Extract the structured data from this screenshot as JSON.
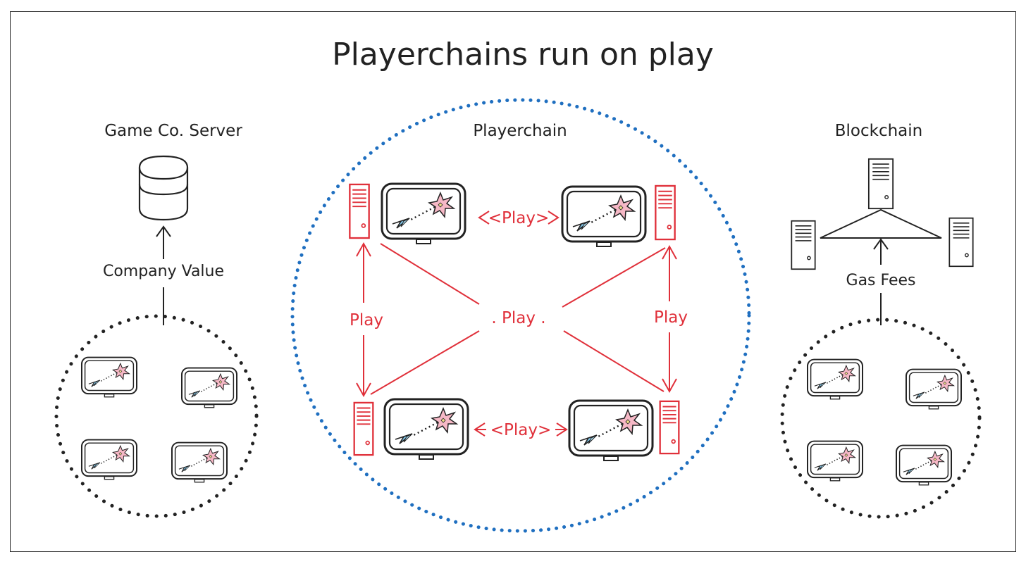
{
  "title": "Playerchains run on play",
  "sections": {
    "left": {
      "label": "Game Co. Server",
      "flow_label": "Company Value"
    },
    "center": {
      "label": "Playerchain"
    },
    "right": {
      "label": "Blockchain",
      "flow_label": "Gas Fees"
    }
  },
  "center_links": {
    "top": "<Play>",
    "bottom": "<Play>",
    "left": "Play",
    "right": "Play",
    "cross": ". Play ."
  },
  "colors": {
    "ink": "#222222",
    "red": "#e0303a",
    "blue": "#1f6fc0",
    "ship": "#7ec3e6",
    "burst": "#f6b8c6",
    "burst_core": "#f3e08a"
  }
}
